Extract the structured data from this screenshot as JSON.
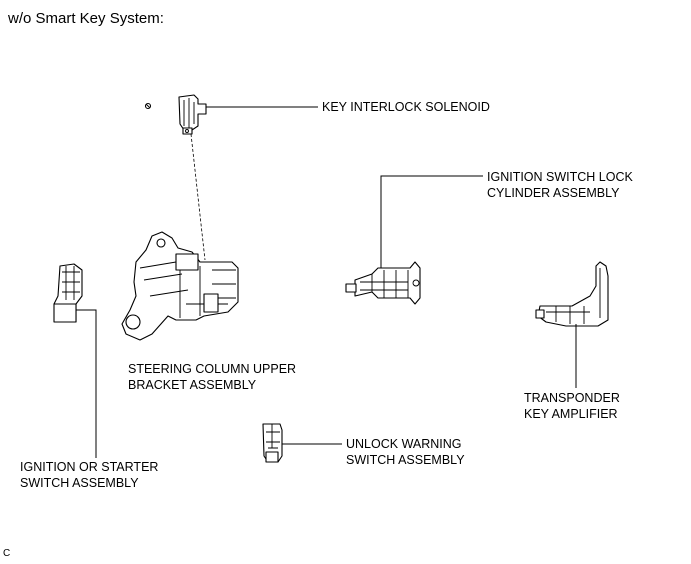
{
  "heading": "w/o Smart Key System:",
  "labels": {
    "key_interlock_solenoid": "KEY INTERLOCK SOLENOID",
    "ignition_switch_lock_cylinder": [
      "IGNITION SWITCH LOCK",
      "CYLINDER ASSEMBLY"
    ],
    "steering_column_upper_bracket": [
      "STEERING COLUMN UPPER",
      "BRACKET ASSEMBLY"
    ],
    "transponder_key_amplifier": [
      "TRANSPONDER",
      "KEY AMPLIFIER"
    ],
    "ignition_or_starter_switch": [
      "IGNITION OR STARTER",
      "SWITCH ASSEMBLY"
    ],
    "unlock_warning_switch": [
      "UNLOCK WARNING",
      "SWITCH ASSEMBLY"
    ]
  },
  "corner_code": "C"
}
